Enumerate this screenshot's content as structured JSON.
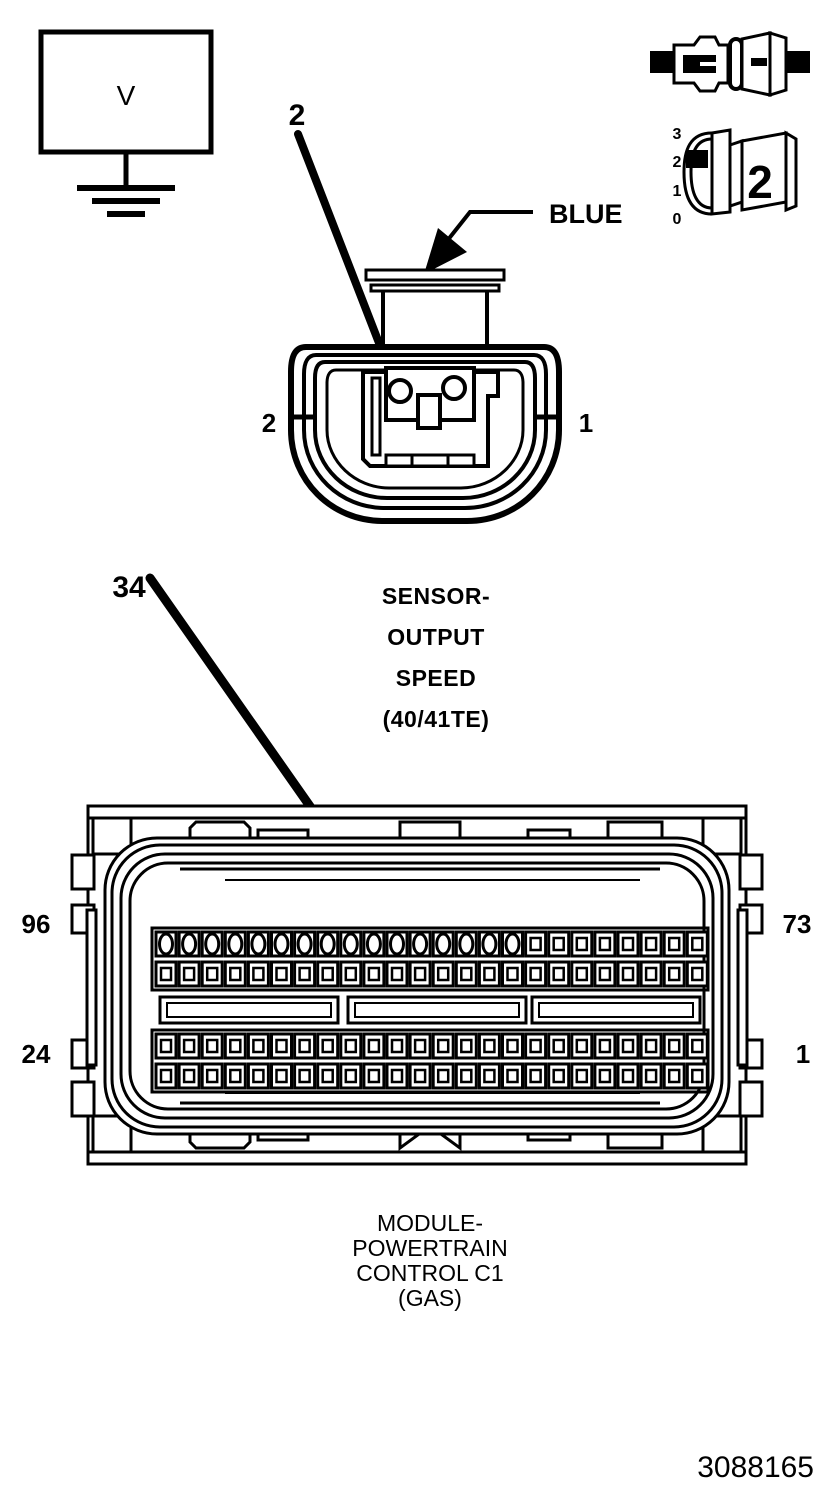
{
  "figure": {
    "number": "3088165",
    "background_color": "#ffffff",
    "line_color": "#000000"
  },
  "meter": {
    "name": "voltmeter",
    "symbol_label": "V",
    "ground_symbol": "earth-ground"
  },
  "callouts": [
    {
      "id": "callout-2",
      "label": "2",
      "target": "sensor-connector-pin-2"
    },
    {
      "id": "callout-34",
      "label": "34",
      "target": "pcm-connector-c1-cavity-34"
    }
  ],
  "wire_labels": [
    {
      "id": "wire-color-blue",
      "label": "BLUE"
    }
  ],
  "sensor_connector": {
    "name": "output-speed-sensor-connector",
    "pin_left": "2",
    "pin_right": "1",
    "caption_lines": [
      "SENSOR-",
      "OUTPUT",
      "SPEED",
      "(40/41TE)"
    ]
  },
  "connector_detail": {
    "name": "connector-keying-detail",
    "scale_labels": [
      "3",
      "2",
      "1",
      "0"
    ],
    "keyway_label": "2"
  },
  "pcm": {
    "name": "powertrain-control-module-connector-c1",
    "pin_corner_top_left": "96",
    "pin_corner_bottom_left": "24",
    "pin_corner_top_right": "73",
    "pin_corner_bottom_right": "1",
    "caption_lines": [
      "MODULE-",
      "POWERTRAIN",
      "CONTROL C1",
      "(GAS)"
    ],
    "pin_rows": 4,
    "pins_per_row": 24
  }
}
